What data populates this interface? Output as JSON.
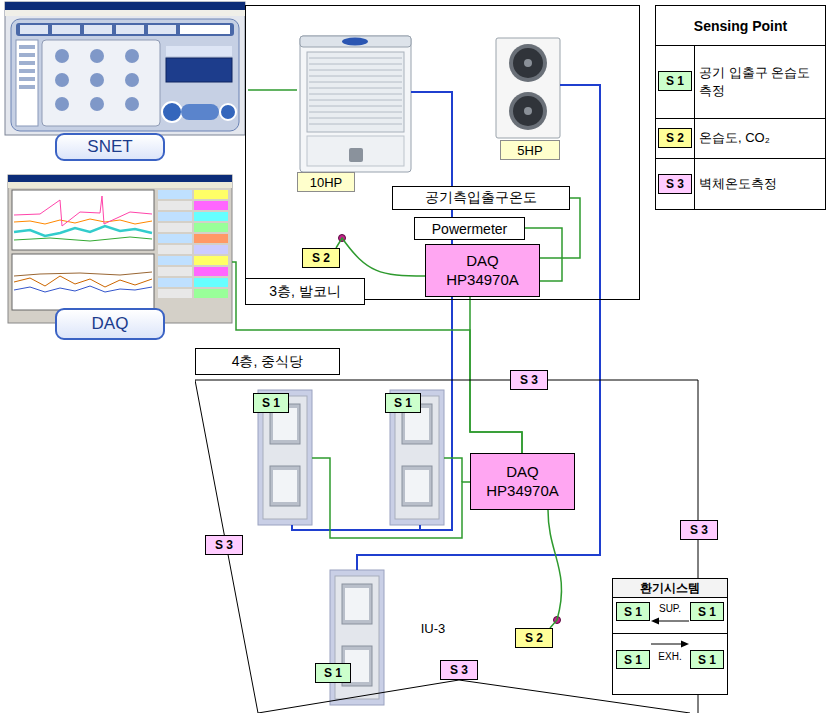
{
  "diagram": {
    "nodes": [
      {
        "text": [
          "SNET"
        ]
      },
      {
        "text": [
          "DAQ"
        ]
      },
      {
        "text": [
          "3층, 발코니"
        ]
      },
      {
        "text": [
          "10HP"
        ],
        "in": 2
      },
      {
        "text": [
          "5HP"
        ],
        "in": 2
      },
      {
        "text": [
          "공기측입출구온도"
        ],
        "in": 2
      },
      {
        "text": [
          "Powermeter"
        ],
        "in": 2
      },
      {
        "text": [
          "DAQ HP34970A"
        ],
        "in": 2
      },
      {
        "text": [
          "S 2"
        ],
        "in": 2
      },
      {
        "text": [
          "Sensing Point"
        ]
      },
      {
        "text": [
          "S 1"
        ],
        "in": 9
      },
      {
        "text": [
          "S 2"
        ],
        "in": 9
      },
      {
        "text": [
          "S 3"
        ],
        "in": 9
      },
      {
        "text": [
          "4층, 중식당"
        ]
      },
      {
        "text": [
          "S 3"
        ],
        "in": 13
      },
      {
        "text": [
          "S 1"
        ],
        "in": 13
      },
      {
        "text": [
          "S 1"
        ],
        "in": 13
      },
      {
        "text": [
          "DAQ HP34970A"
        ],
        "in": 13
      },
      {
        "text": [
          "S 3"
        ],
        "in": 13
      },
      {
        "text": [
          "환기시스템",
          "SUP.",
          "EXH."
        ],
        "in": 13
      },
      {
        "text": [
          "S 1"
        ],
        "in": 19
      },
      {
        "text": [
          "S 1"
        ],
        "in": 19
      },
      {
        "text": [
          "S 1"
        ],
        "in": 19
      },
      {
        "text": [
          "S 1"
        ],
        "in": 19
      },
      {
        "text": [
          "S 3"
        ],
        "in": 13
      },
      {
        "text": [
          "S 2"
        ],
        "in": 13
      },
      {
        "text": [
          "S 1"
        ],
        "in": 13
      },
      {
        "text": [
          "S 3"
        ],
        "in": 13
      }
    ],
    "edges": [
      {
        "from": 0,
        "to": 3,
        "arrow": "none"
      },
      {
        "from": 5,
        "to": 7,
        "arrow": "none"
      },
      {
        "from": 6,
        "to": 7,
        "arrow": "none"
      },
      {
        "from": 8,
        "to": 7,
        "arrow": "none"
      },
      {
        "from": 7,
        "to": 17,
        "arrow": "none"
      },
      {
        "from": 1,
        "to": 17,
        "arrow": "none"
      },
      {
        "from": 25,
        "to": 17,
        "arrow": "none"
      }
    ],
    "labels": [
      "공기 입출구 온습도 측정",
      "온습도, CO₂",
      "벽체온도측정",
      "IU-3"
    ]
  }
}
